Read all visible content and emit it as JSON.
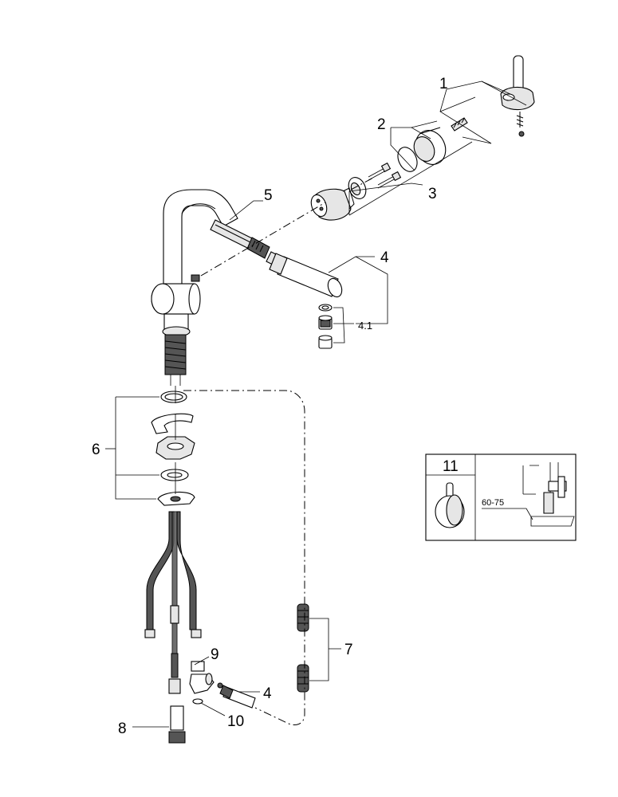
{
  "callouts": {
    "c1": "1",
    "c2": "2",
    "c3": "3",
    "c4": "4",
    "c4_1": "4.1",
    "c5": "5",
    "c6": "6",
    "c7": "7",
    "c8": "8",
    "c9": "9",
    "c10": "10",
    "c4_lower": "4"
  },
  "inset": {
    "number": "11",
    "dimension": "60-75"
  }
}
